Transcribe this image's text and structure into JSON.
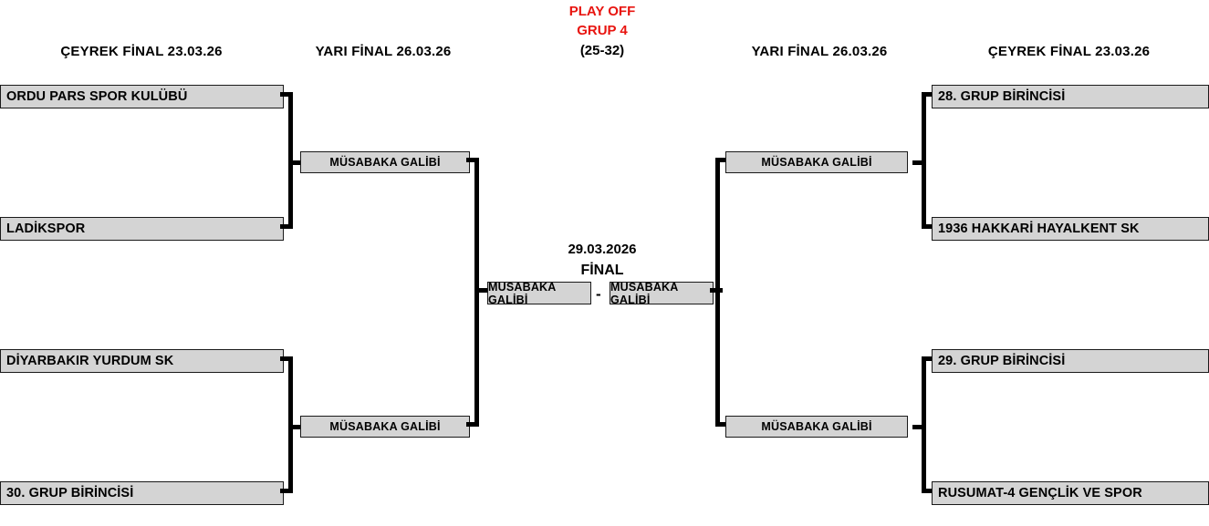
{
  "title": {
    "line1": "PLAY OFF",
    "line2": "GRUP 4",
    "line3": "(25-32)",
    "color_red": "#e8140f",
    "color_black": "#000000"
  },
  "headers": {
    "left_quarter": "ÇEYREK FİNAL 23.03.26",
    "left_semi": "YARI FİNAL 26.03.26",
    "right_semi": "YARI FİNAL 26.03.26",
    "right_quarter": "ÇEYREK FİNAL 23.03.26"
  },
  "final": {
    "date": "29.03.2026",
    "label": "FİNAL",
    "separator": "-",
    "left_slot": "MÜSABAKA GALİBİ",
    "right_slot": "MÜSABAKA GALİBİ"
  },
  "left_bracket": {
    "quarter_final_top": {
      "team_1": "ORDU PARS SPOR KULÜBÜ",
      "team_2": "LADİKSPOR"
    },
    "quarter_final_bottom": {
      "team_1": "DİYARBAKIR YURDUM SK",
      "team_2": "30. GRUP BİRİNCİSİ"
    },
    "semi_final_top": "MÜSABAKA GALİBİ",
    "semi_final_bottom": "MÜSABAKA GALİBİ"
  },
  "right_bracket": {
    "quarter_final_top": {
      "team_1": "28. GRUP BİRİNCİSİ",
      "team_2": "1936 HAKKARİ HAYALKENT SK"
    },
    "quarter_final_bottom": {
      "team_1": "29. GRUP BİRİNCİSİ",
      "team_2": "RUSUMAT-4 GENÇLİK VE SPOR"
    },
    "semi_final_top": "MÜSABAKA GALİBİ",
    "semi_final_bottom": "MÜSABAKA GALİBİ"
  },
  "colors": {
    "slot_fill": "#d4d4d4",
    "slot_border": "#1a1a1a",
    "line": "#000000",
    "background": "#ffffff"
  }
}
